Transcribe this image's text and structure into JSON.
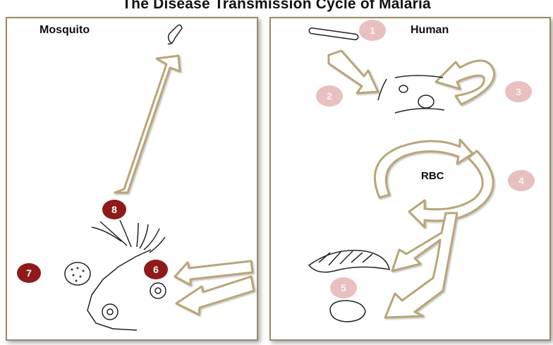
{
  "title": "The Disease Transmission Cycle of Malaria",
  "panels": {
    "mosquito": {
      "label": "Mosquito"
    },
    "human": {
      "label": "Human"
    }
  },
  "rbc_label": "RBC",
  "steps": [
    {
      "number": "1",
      "panel": "human"
    },
    {
      "number": "2",
      "panel": "human"
    },
    {
      "number": "3",
      "panel": "human"
    },
    {
      "number": "4",
      "panel": "human"
    },
    {
      "number": "5",
      "panel": "human"
    },
    {
      "number": "6",
      "panel": "mosquito"
    },
    {
      "number": "7",
      "panel": "mosquito"
    },
    {
      "number": "8",
      "panel": "mosquito"
    }
  ],
  "colors": {
    "arrow_outline": "#b8a677",
    "badge_mosquito": "#8f1a1a",
    "badge_human": "#e8c0c0",
    "panel_border": "#9a8a66"
  }
}
